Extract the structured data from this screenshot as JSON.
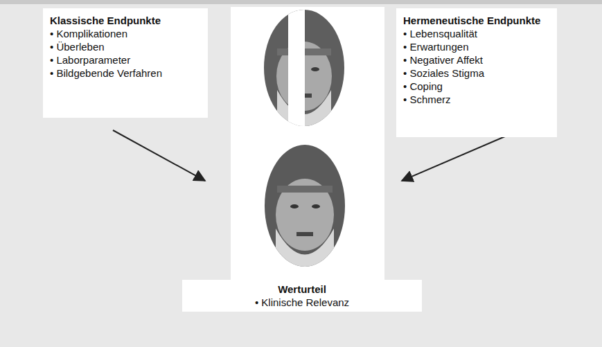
{
  "diagram": {
    "nodes": [
      {
        "text": [
          "Klassische Endpunkte",
          "• Komplikationen",
          "• Überleben",
          "• Laborparameter",
          "• Bildgebende Verfahren"
        ]
      },
      {
        "text": [
          "Hermeneutische Endpunkte",
          "• Lebensqualität",
          "• Erwartungen",
          "• Negativer Affekt",
          "• Soziales Stigma",
          "• Coping",
          "• Schmerz"
        ]
      },
      {
        "text": [
          "Werturteil",
          "• Klinische Relevanz"
        ]
      }
    ]
  }
}
